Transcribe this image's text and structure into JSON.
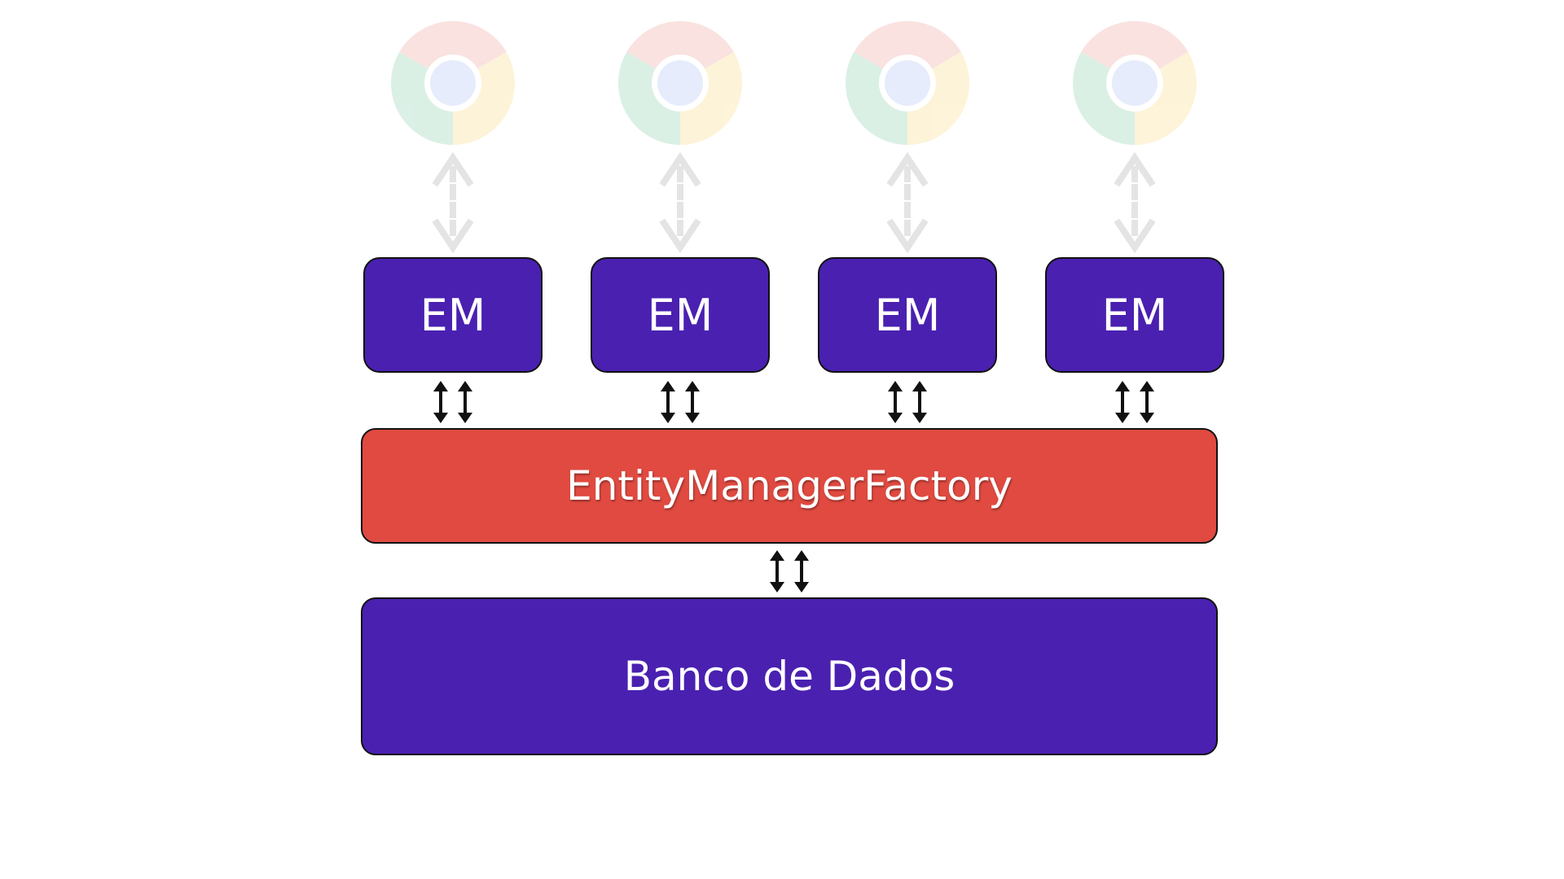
{
  "colors": {
    "em_fill": "#4a20b0",
    "factory_fill": "#e04a40",
    "database_fill": "#4a20b0",
    "border": "#111111"
  },
  "browsers": [
    {
      "icon": "chrome-icon"
    },
    {
      "icon": "chrome-icon"
    },
    {
      "icon": "chrome-icon"
    },
    {
      "icon": "chrome-icon"
    }
  ],
  "entity_managers": [
    {
      "label": "EM"
    },
    {
      "label": "EM"
    },
    {
      "label": "EM"
    },
    {
      "label": "EM"
    }
  ],
  "factory": {
    "label": "EntityManagerFactory"
  },
  "database": {
    "label": "Banco de Dados"
  }
}
